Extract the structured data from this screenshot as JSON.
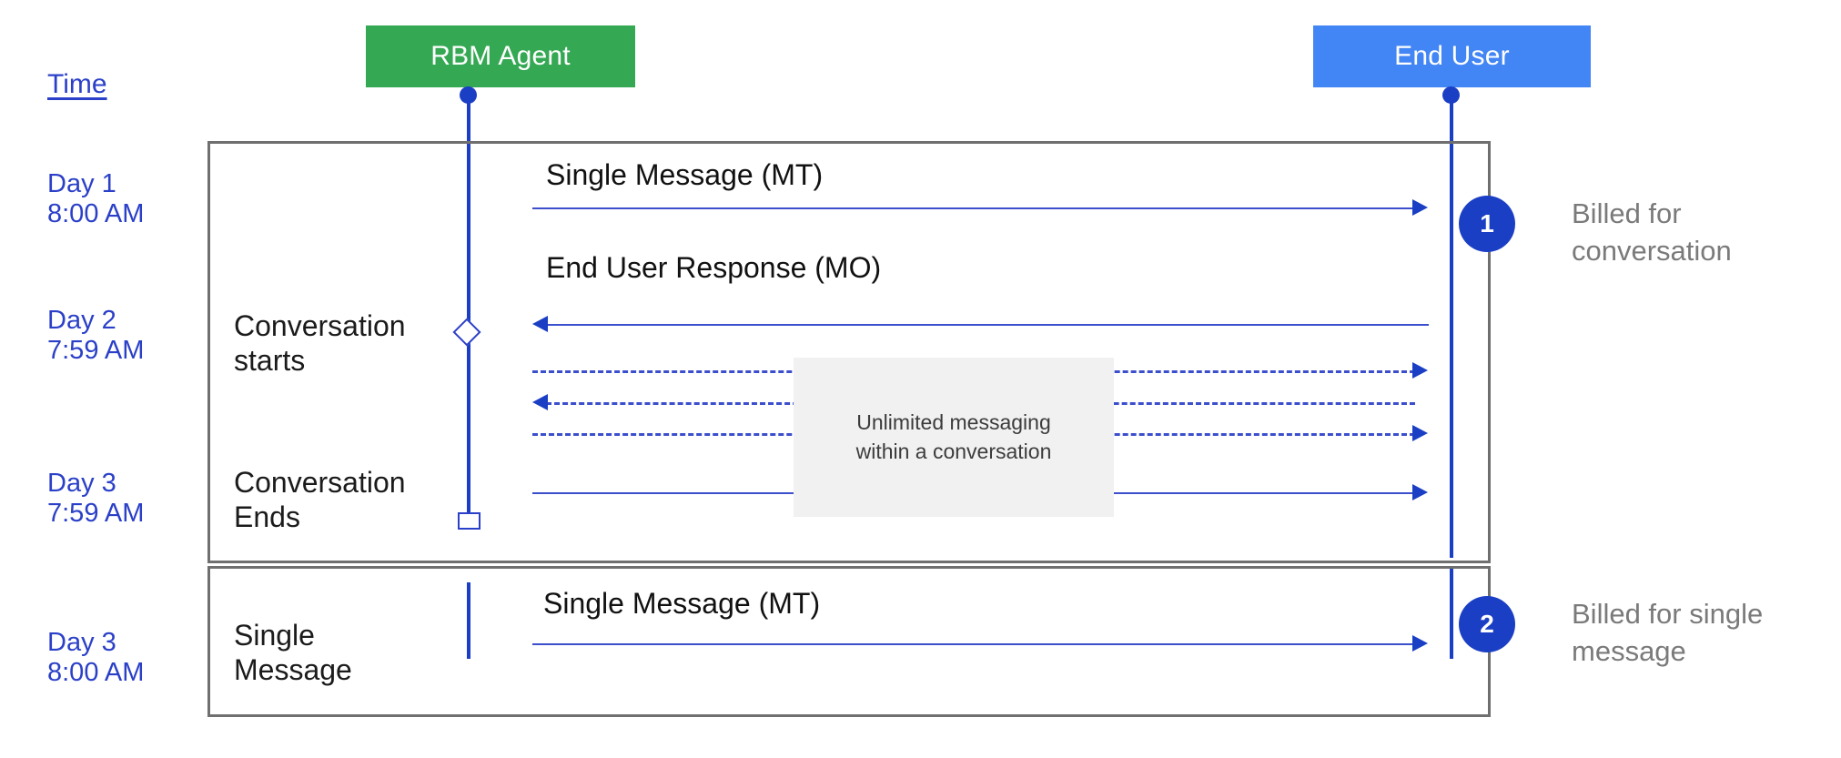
{
  "diagram": {
    "title_column": "Time",
    "actors": [
      {
        "id": "rbm-agent",
        "label": "RBM Agent",
        "color": "#34A853"
      },
      {
        "id": "end-user",
        "label": "End User",
        "color": "#4285F4"
      }
    ],
    "timestamps": [
      {
        "id": "t1",
        "text": "Day 1\n8:00 AM"
      },
      {
        "id": "t2",
        "text": "Day 2\n7:59 AM"
      },
      {
        "id": "t3",
        "text": "Day 3\n7:59 AM"
      },
      {
        "id": "t4",
        "text": "Day 3\n8:00 AM"
      }
    ],
    "phases": [
      {
        "id": "p1",
        "text": "Conversation\nstarts"
      },
      {
        "id": "p2",
        "text": "Conversation\nEnds"
      },
      {
        "id": "p3",
        "text": "Single\nMessage"
      }
    ],
    "messages": [
      {
        "id": "m1",
        "label": "Single Message (MT)",
        "direction": "agent-to-user",
        "style": "solid"
      },
      {
        "id": "m2",
        "label": "End User Response (MO)",
        "direction": "user-to-agent",
        "style": "solid"
      },
      {
        "id": "m3",
        "label": "Single Message (MT)",
        "direction": "agent-to-user",
        "style": "solid"
      }
    ],
    "note": {
      "text": "Unlimited messaging\nwithin a conversation",
      "background": "#F1F1F1"
    },
    "callouts": [
      {
        "id": "c1",
        "number": "1",
        "text": "Billed for\nconversation"
      },
      {
        "id": "c2",
        "number": "2",
        "text": "Billed for single\nmessage"
      }
    ],
    "colors": {
      "agent": "#34A853",
      "user": "#4285F4",
      "lifeline": "#1A3FC4",
      "arrow": "#3B4ECC",
      "frame": "#6F6F6F",
      "time_text": "#2B40C8",
      "muted_text": "#7A7A7A"
    }
  }
}
